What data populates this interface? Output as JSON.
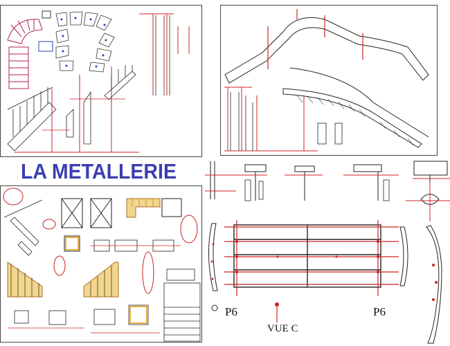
{
  "title": "LA METALLERIE",
  "labels": {
    "p6_left": "P6",
    "p6_right": "P6",
    "vue_c": "VUE C"
  },
  "colors": {
    "title": "#3a3fb0",
    "line": "#cc2222",
    "ink": "#222222",
    "wood": "#e8b040"
  }
}
